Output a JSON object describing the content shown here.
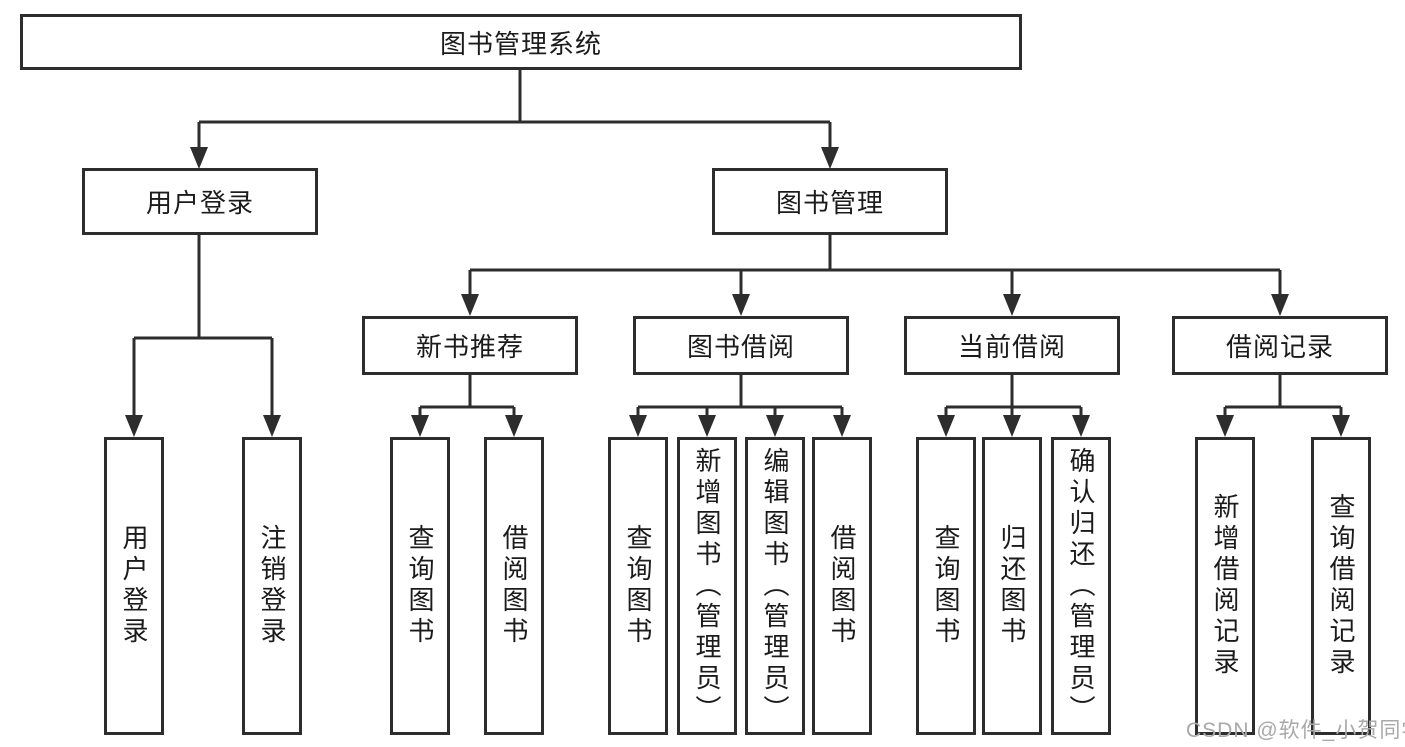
{
  "diagram": {
    "root": {
      "label": "图书管理系统"
    },
    "branches": [
      {
        "label": "用户登录",
        "children": [
          "用户登录",
          "注销登录"
        ]
      },
      {
        "label": "图书管理",
        "sections": [
          {
            "label": "新书推荐",
            "children": [
              "查询图书",
              "借阅图书"
            ]
          },
          {
            "label": "图书借阅",
            "children": [
              "查询图书",
              "新增图书（管理员）",
              "编辑图书（管理员）",
              "借阅图书"
            ]
          },
          {
            "label": "当前借阅",
            "children": [
              "查询图书",
              "归还图书",
              "确认归还（管理员）"
            ]
          },
          {
            "label": "借阅记录",
            "children": [
              "新增借阅记录",
              "查询借阅记录"
            ]
          }
        ]
      }
    ],
    "watermark": "CSDN @软件_小贺同学",
    "colors": {
      "line": "#2d2d2d",
      "text": "#1b1b1b",
      "box_background": "#ffffff",
      "watermark": "#a9a9a9",
      "background": "#ffffff"
    }
  }
}
